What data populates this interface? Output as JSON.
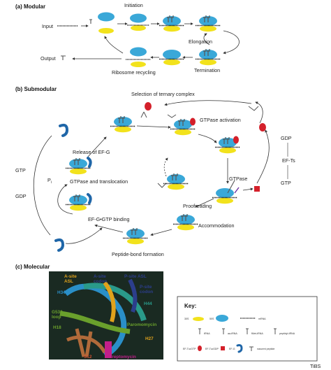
{
  "sections": {
    "a": "(a) Modular",
    "b": "(b) Submodular",
    "c": "(c) Molecular"
  },
  "modular": {
    "input": "Input",
    "output": "Output",
    "initiation": "Initiation",
    "elongation": "Elongation",
    "termination": "Termination",
    "recycling": "Ribosome recycling"
  },
  "submodular": {
    "selection": "Selection of ternary complex",
    "gtpase_activation": "GTPase activation",
    "release_efg": "Release of EF-G",
    "gtp_left": "GTP",
    "gdp_left": "GDP",
    "pi_label": "P",
    "pi_sub": "i",
    "gtpase_translocation": "GTPase and translocation",
    "efg_binding": "EF-G•GTP binding",
    "peptide_bond": "Peptide-bond formation",
    "accommodation": "Accommodation",
    "proofreading": "Proofreading",
    "gtpase": "GTPase",
    "gdp_right": "GDP",
    "ef_ts": "EF-Ts",
    "gtp_right": "GTP"
  },
  "molecular": {
    "a_site_asl": "A-site\nASL",
    "a_site_codon": "A-site\ncodon",
    "p_site_asl": "P-site ASL",
    "p_site_codon": "P-site\ncodon",
    "h34": "H34",
    "h44": "H44",
    "g530_loop": "G530-\nloop",
    "h18": "H18",
    "paromomycin": "Paromomycin",
    "h27": "H27",
    "s12": "S12",
    "streptomycin": "Streptomycin"
  },
  "key": {
    "title": "Key:",
    "s30": "30S",
    "s50": "50S",
    "mrna": "mRNA",
    "trna": "tRNA",
    "aa_trna": "aa-tRNA",
    "fmet_trna": "fMet-tRNA",
    "peptidyl_trna": "peptidyl-tRNA",
    "ef_tu_gtp": "EF-Tu•GTP",
    "ef_tu_gdp": "EF-Tu•GDP",
    "ef_g": "EF-G",
    "nascent_peptide": "nascent peptide"
  },
  "journal": "TiBS",
  "colors": {
    "ribo_50s": "#3aa8d8",
    "ribo_30s": "#f2e21c",
    "ef_tu": "#d4202a",
    "ef_g": "#1f66a8",
    "h34": "#2a8fc8",
    "h44": "#2a9a8a",
    "asl_a": "#e0a21c",
    "asl_p": "#2c3e8c",
    "h18": "#6aa02c",
    "s12": "#b06a3a",
    "strep": "#c21f8a"
  }
}
